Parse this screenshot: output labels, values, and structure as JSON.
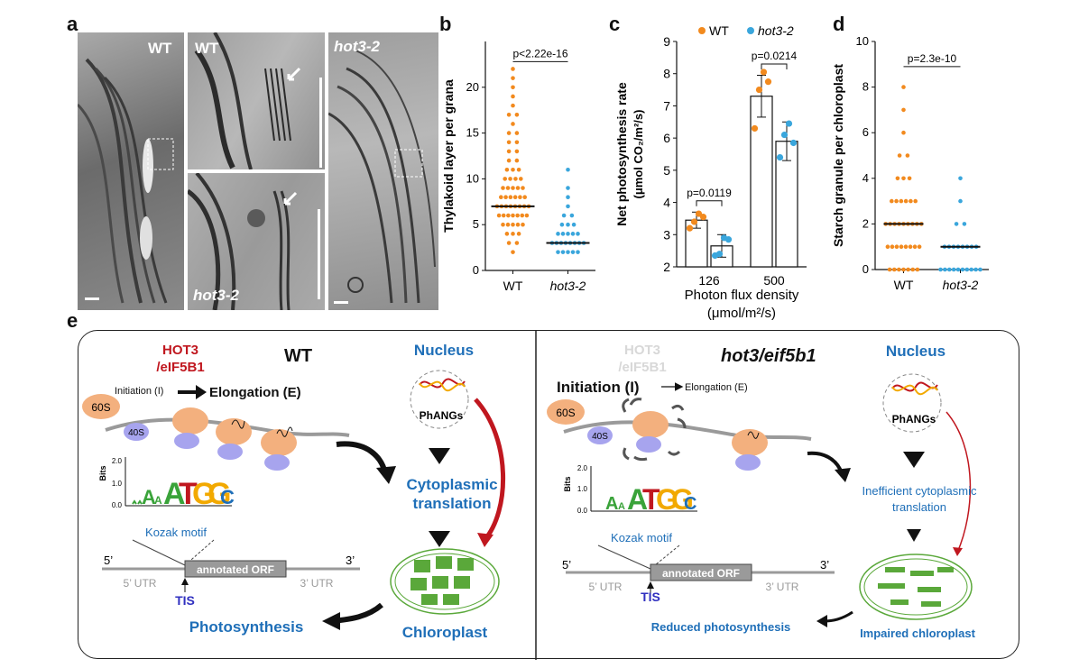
{
  "panel_labels": {
    "a": "a",
    "b": "b",
    "c": "c",
    "d": "d",
    "e": "e"
  },
  "panel_a": {
    "img_labels": [
      "WT",
      "WT",
      "hot3-2",
      "hot3-2"
    ]
  },
  "chart_data": [
    {
      "id": "b",
      "type": "scatter",
      "ylabel": "Thylakoid layer per grana",
      "categories": [
        "WT",
        "hot3-2"
      ],
      "ylim": [
        0,
        25
      ],
      "yticks": [
        0,
        5,
        10,
        15,
        20
      ],
      "annotation": "p<2.22e-16",
      "medians": [
        7,
        3
      ],
      "series": [
        {
          "name": "WT",
          "color": "#f28a1e",
          "values": [
            2,
            3,
            3,
            4,
            4,
            4,
            5,
            5,
            5,
            5,
            5,
            6,
            6,
            6,
            6,
            6,
            6,
            6,
            7,
            7,
            7,
            7,
            7,
            7,
            7,
            7,
            8,
            8,
            8,
            8,
            8,
            8,
            9,
            9,
            9,
            9,
            9,
            10,
            10,
            10,
            10,
            11,
            11,
            11,
            12,
            12,
            13,
            13,
            14,
            14,
            15,
            15,
            16,
            17,
            17,
            18,
            19,
            20,
            21,
            22
          ]
        },
        {
          "name": "hot3-2",
          "color": "#3aa6dc",
          "values": [
            2,
            2,
            2,
            2,
            2,
            3,
            3,
            3,
            3,
            3,
            3,
            3,
            3,
            4,
            4,
            4,
            4,
            4,
            5,
            5,
            5,
            6,
            6,
            7,
            8,
            9,
            11
          ]
        }
      ]
    },
    {
      "id": "c",
      "type": "bar",
      "ylabel": "Net photosynthesis rate",
      "ylabel_units": "(μmol CO₂/m²/s)",
      "xlabel": "Photon flux density",
      "xlabel_units": "(μmol/m²/s)",
      "categories": [
        "126",
        "500"
      ],
      "ylim": [
        2,
        9
      ],
      "yticks": [
        2,
        3,
        4,
        5,
        6,
        7,
        8,
        9
      ],
      "legend": [
        "WT",
        "hot3-2"
      ],
      "series": [
        {
          "name": "WT",
          "color": "#f28a1e",
          "values": [
            3.45,
            7.3
          ],
          "err": [
            0.25,
            0.65
          ],
          "points": [
            [
              3.2,
              3.4,
              3.65,
              3.55
            ],
            [
              6.3,
              7.5,
              8.05,
              7.75
            ]
          ]
        },
        {
          "name": "hot3-2",
          "color": "#3aa6dc",
          "values": [
            2.65,
            5.9
          ],
          "err": [
            0.35,
            0.6
          ],
          "points": [
            [
              2.35,
              2.4,
              2.9,
              2.85
            ],
            [
              5.4,
              6.1,
              6.45,
              5.85
            ]
          ]
        }
      ],
      "annotations": [
        "p=0.0119",
        "p=0.0214"
      ]
    },
    {
      "id": "d",
      "type": "scatter",
      "ylabel": "Starch granule per chloroplast",
      "categories": [
        "WT",
        "hot3-2"
      ],
      "ylim": [
        0,
        10
      ],
      "yticks": [
        0,
        2,
        4,
        6,
        8,
        10
      ],
      "annotation": "p=2.3e-10",
      "medians": [
        2,
        1
      ],
      "series": [
        {
          "name": "WT",
          "color": "#f28a1e",
          "values": [
            0,
            0,
            0,
            0,
            0,
            0,
            0,
            1,
            1,
            1,
            1,
            1,
            1,
            1,
            1,
            2,
            2,
            2,
            2,
            2,
            2,
            2,
            2,
            2,
            3,
            3,
            3,
            3,
            3,
            3,
            4,
            4,
            4,
            5,
            5,
            6,
            7,
            8
          ]
        },
        {
          "name": "hot3-2",
          "color": "#3aa6dc",
          "values": [
            0,
            0,
            0,
            0,
            0,
            0,
            0,
            0,
            0,
            0,
            1,
            1,
            1,
            1,
            1,
            1,
            1,
            1,
            2,
            2,
            3,
            4
          ]
        }
      ]
    }
  ],
  "panel_e": {
    "wt": {
      "title": "WT",
      "hot3_line1": "HOT3",
      "hot3_line2": "/eIF5B1",
      "initiation": "Initiation (I)",
      "elongation": "Elongation (E)",
      "s60": "60S",
      "s40": "40S",
      "nucleus": "Nucleus",
      "phangs": "PhANGs",
      "cyto1": "Cytoplasmic",
      "cyto2": "translation",
      "chloroplast": "Chloroplast",
      "photosynthesis": "Photosynthesis",
      "kozak": "Kozak motif",
      "five_prime": "5’",
      "three_prime": "3’",
      "utr5": "5’ UTR",
      "utr3": "3’ UTR",
      "orf": "annotated ORF",
      "tis": "TIS",
      "bits": "Bits",
      "logo_ticks": [
        "2.0",
        "1.0",
        "0.0"
      ]
    },
    "mut": {
      "title": "hot3/eif5b1",
      "hot3_line1": "HOT3",
      "hot3_line2": "/eIF5B1",
      "initiation": "Initiation (I)",
      "elongation": "Elongation (E)",
      "s60": "60S",
      "s40": "40S",
      "nucleus": "Nucleus",
      "phangs": "PhANGs",
      "cyto1": "Inefficient cytoplasmic",
      "cyto2": "translation",
      "chloroplast": "Impaired chloroplast",
      "photosynthesis": "Reduced photosynthesis",
      "kozak": "Kozak motif",
      "five_prime": "5’",
      "three_prime": "3’",
      "utr5": "5’ UTR",
      "utr3": "3’ UTR",
      "orf": "annotated ORF",
      "tis": "TIS",
      "bits": "Bits",
      "logo_ticks": [
        "2.0",
        "1.0",
        "0.0"
      ]
    },
    "colors": {
      "blue": "#1f6fb8",
      "red": "#c0171f",
      "salmon": "#f3b07e",
      "lilac": "#a7a4ee",
      "gray": "#9a9a9a",
      "green": "#5aa83a"
    }
  }
}
